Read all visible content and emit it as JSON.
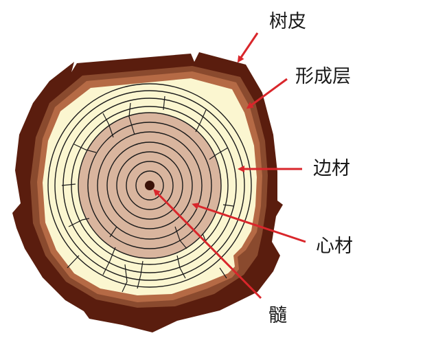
{
  "labels": {
    "bark": "树皮",
    "cambium": "形成层",
    "sapwood": "边材",
    "heartwood": "心材",
    "pith": "髓"
  },
  "colors": {
    "bark": "#5a1d0e",
    "bark_inner": "#8a4a2e",
    "cambium": "#b56a45",
    "sapwood": "#fbf6d0",
    "heartwood": "#d9b59e",
    "ring_line": "#1a1a1a",
    "pith": "#3a1208",
    "arrow": "#d9262b"
  }
}
